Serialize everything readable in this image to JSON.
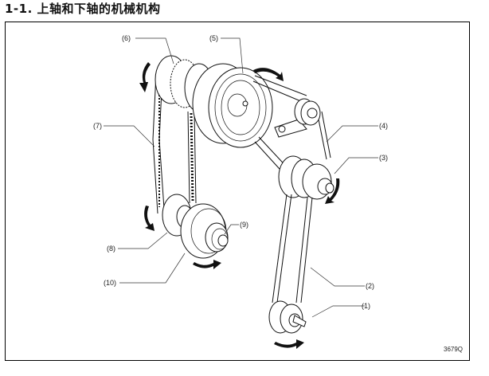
{
  "heading": "1-1. 上轴和下轴的机械机构",
  "figure": {
    "labels": [
      "(1)",
      "(2)",
      "(3)",
      "(4)",
      "(5)",
      "(6)",
      "(7)",
      "(8)",
      "(9)",
      "(10)"
    ],
    "figure_code": "3679Q"
  }
}
